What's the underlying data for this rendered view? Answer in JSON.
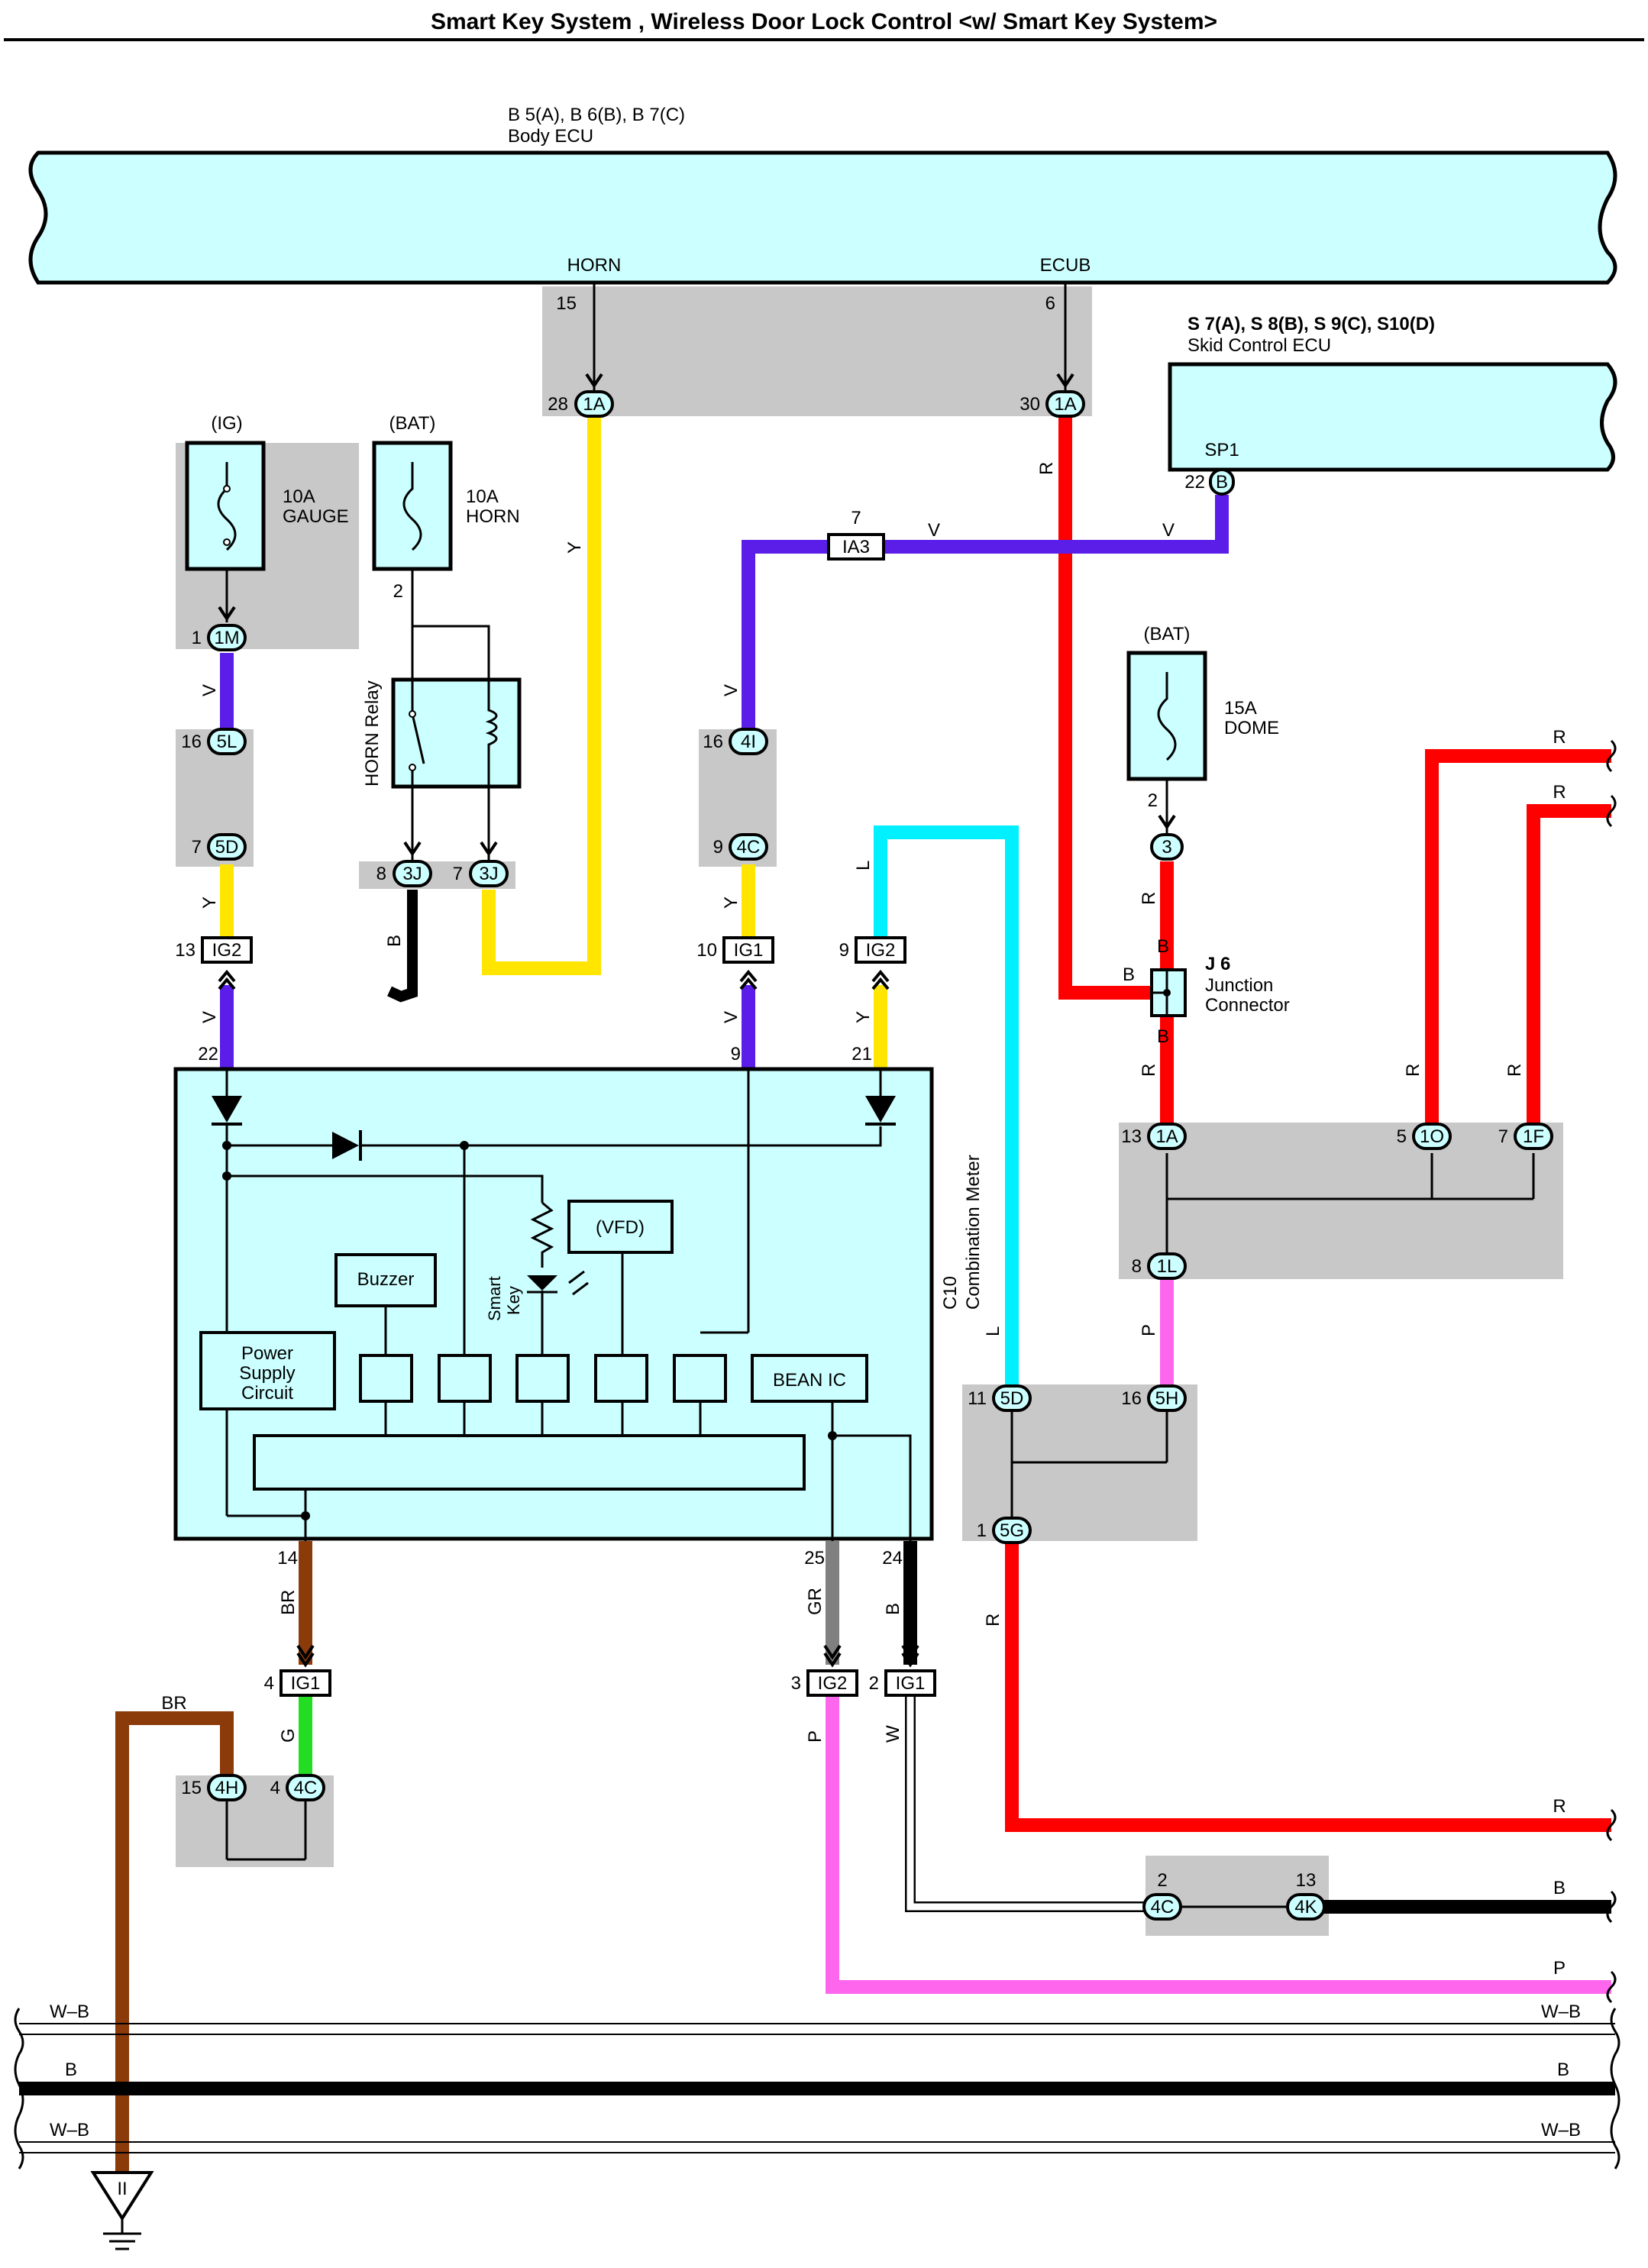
{
  "title": "Smart Key System , Wireless Door Lock Control <w/ Smart Key System>",
  "components": {
    "body_ecu": {
      "code": "B 5(A), B 6(B), B 7(C)",
      "name": "Body ECU",
      "pin_horn": "HORN",
      "pin_ecub": "ECUB"
    },
    "skid_ecu": {
      "code": "S 7(A), S 8(B), S 9(C), S10(D)",
      "name": "Skid Control ECU",
      "pin": "SP1"
    },
    "fuse_gauge": {
      "supply": "(IG)",
      "rating": "10A",
      "name": "GAUGE"
    },
    "fuse_horn": {
      "supply": "(BAT)",
      "rating": "10A",
      "name": "HORN"
    },
    "fuse_dome": {
      "supply": "(BAT)",
      "rating": "15A",
      "name": "DOME"
    },
    "horn_relay": {
      "name": "HORN Relay"
    },
    "junction": {
      "code": "J 6",
      "name1": "Junction",
      "name2": "Connector"
    },
    "meter": {
      "code": "C10",
      "name": "Combination Meter",
      "buzzer": "Buzzer",
      "vfd": "(VFD)",
      "psu1": "Power",
      "psu2": "Supply",
      "psu3": "Circuit",
      "bean": "BEAN IC",
      "smart1": "Smart",
      "smart2": "Key"
    }
  },
  "wire_colors": {
    "V": "#5b1ee8",
    "Y": "#ffe500",
    "R": "#ff0000",
    "L": "#00f0ff",
    "P": "#ff66ee",
    "BR": "#8b3a0a",
    "G": "#22dd22",
    "GR": "#808080",
    "B": "#000000",
    "W": "#ffffff"
  },
  "pins": {
    "p15": "15",
    "p6": "6",
    "p28": "28",
    "p30": "30",
    "p22b": "22",
    "p7": "7",
    "p1": "1",
    "p2": "2",
    "p16a": "16",
    "p7b": "7",
    "p8": "8",
    "p7c": "7",
    "p16b": "16",
    "p9": "9",
    "p13": "13",
    "p10": "10",
    "p9b": "9",
    "p22": "22",
    "p9c": "9",
    "p21": "21",
    "p2b": "2",
    "p13b": "13",
    "p5": "5",
    "p7d": "7",
    "p8b": "8",
    "p11": "11",
    "p16c": "16",
    "p1b": "1",
    "p14": "14",
    "p25": "25",
    "p24": "24",
    "p4": "4",
    "p3": "3",
    "p2c": "2",
    "p15b": "15",
    "p4b": "4",
    "p2d": "2",
    "p13c": "13"
  },
  "connectors": {
    "c1A_a": "1A",
    "c1A_b": "1A",
    "cB": "B",
    "cIA3": "IA3",
    "c1M": "1M",
    "c5L": "5L",
    "c5D": "5D",
    "c3J_a": "3J",
    "c3J_b": "3J",
    "c4I": "4I",
    "c4C": "4C",
    "cIG2_a": "IG2",
    "cIG1_a": "IG1",
    "cIG2_b": "IG2",
    "c3": "3",
    "c1A_c": "1A",
    "c1O": "1O",
    "c1F": "1F",
    "c1L": "1L",
    "c5D_b": "5D",
    "c5H": "5H",
    "c5G": "5G",
    "cIG1_b": "IG1",
    "cIG2_c": "IG2",
    "cIG1_c": "IG1",
    "c4H": "4H",
    "c4C_b": "4C",
    "c4C_c": "4C",
    "c4K": "4K",
    "jB1": "B",
    "jB2": "B",
    "jB3": "B"
  },
  "wire_labels": {
    "y_horn": "Y",
    "r_ecub": "R",
    "v_ia3": "V",
    "v_sp1": "V",
    "v_1m": "V",
    "y_5d": "Y",
    "v_ig2": "V",
    "b_3j": "B",
    "v_4i": "V",
    "y_4c": "Y",
    "v_ig1": "V",
    "l_top": "L",
    "y_ig2": "Y",
    "r_dome": "R",
    "r_j6": "R",
    "r_1o": "R",
    "r_1f": "R",
    "r_out1": "R",
    "r_out2": "R",
    "l_meter": "L",
    "p_1l": "P",
    "r_5g": "R",
    "r_out3": "R",
    "br_14": "BR",
    "gr_25": "GR",
    "b_24": "B",
    "br_gnd": "BR",
    "g_4c": "G",
    "p_ig2": "P",
    "w_ig1": "W",
    "b_4k": "B",
    "p_out": "P",
    "bus_wb1_l": "W–B",
    "bus_b_l": "B",
    "bus_wb2_l": "W–B",
    "bus_wb1_r": "W–B",
    "bus_b_r": "B",
    "bus_wb2_r": "W–B",
    "gnd_ii": "II"
  }
}
